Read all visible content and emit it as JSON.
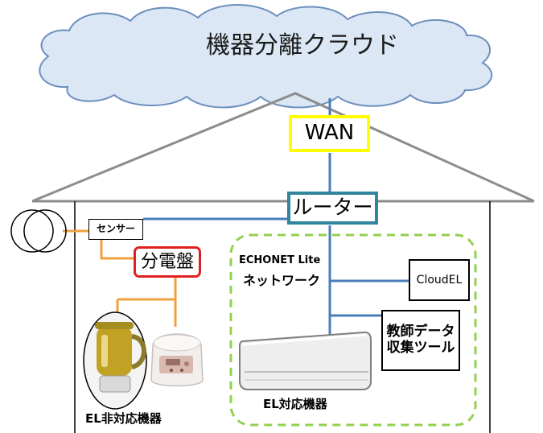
{
  "cloud": {
    "label": "機器分離クラウド"
  },
  "wan": {
    "label": "WAN"
  },
  "router": {
    "label": "ルーター"
  },
  "sensor": {
    "label": "センサー"
  },
  "distribution_board": {
    "label": "分電盤"
  },
  "echonet": {
    "line1": "ECHONET Lite",
    "line2": "ネットワーク"
  },
  "cloudel": {
    "label": "CloudEL"
  },
  "teacher_tool": {
    "line1": "教師データ",
    "line2": "収集ツール"
  },
  "el_device": {
    "label": "EL対応機器"
  },
  "non_el_device": {
    "label": "EL非対応機器"
  },
  "colors": {
    "network_line": "#4a7ebb",
    "power_line": "#f0a040",
    "wan_border": "#ffff00",
    "router_border": "#31859c",
    "board_border": "#e02020",
    "echonet_zone": "#92d050",
    "cloud_fill": "#dbe7f4",
    "cloud_stroke": "#6c8fbd",
    "house_outline": "#8c8c8c"
  }
}
